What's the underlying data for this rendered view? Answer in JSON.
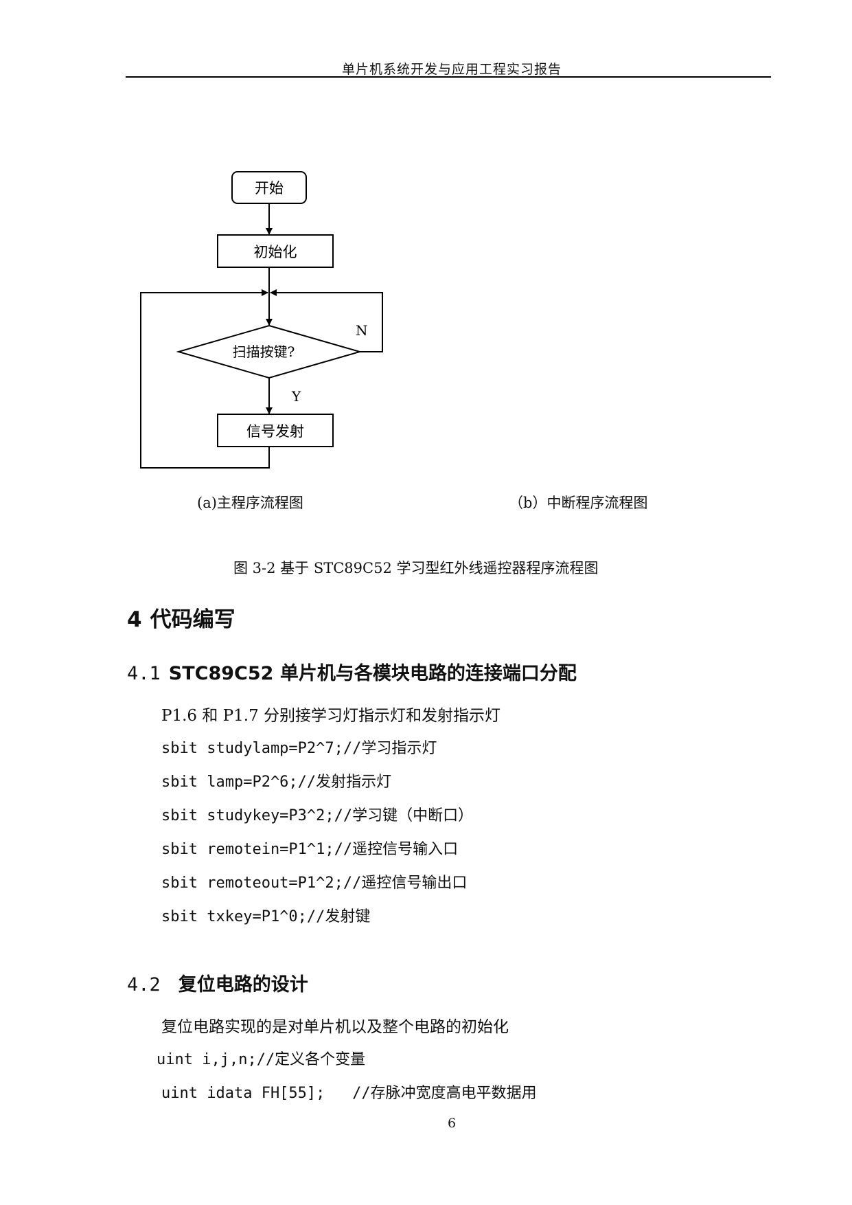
{
  "header": {
    "title": "单片机系统开发与应用工程实习报告"
  },
  "flowchart": {
    "start": "开始",
    "init": "初始化",
    "decision": "扫描按键?",
    "no_label": "N",
    "yes_label": "Y",
    "action": "信号发射"
  },
  "captions": {
    "a": "(a)主程序流程图",
    "b": "（b）中断程序流程图",
    "figure": "图 3-2 基于 STC89C52 学习型红外线遥控器程序流程图"
  },
  "section4": {
    "number": "4",
    "title": "代码编写",
    "s41": {
      "number": "4.1",
      "title": "STC89C52 单片机与各模块电路的连接端口分配",
      "intro": "P1.6 和 P1.7 分别接学习灯指示灯和发射指示灯",
      "code": [
        "sbit studylamp=P2^7;//学习指示灯",
        "sbit lamp=P2^6;//发射指示灯",
        "sbit studykey=P3^2;//学习键（中断口）",
        "sbit remotein=P1^1;//遥控信号输入口",
        "sbit remoteout=P1^2;//遥控信号输出口",
        "sbit txkey=P1^0;//发射键"
      ]
    },
    "s42": {
      "number": "4.2",
      "title": "复位电路的设计",
      "intro": "复位电路实现的是对单片机以及整个电路的初始化",
      "code": [
        "uint i,j,n;//定义各个变量",
        "uint idata FH[55];   //存脉冲宽度高电平数据用"
      ]
    }
  },
  "page_number": "6"
}
